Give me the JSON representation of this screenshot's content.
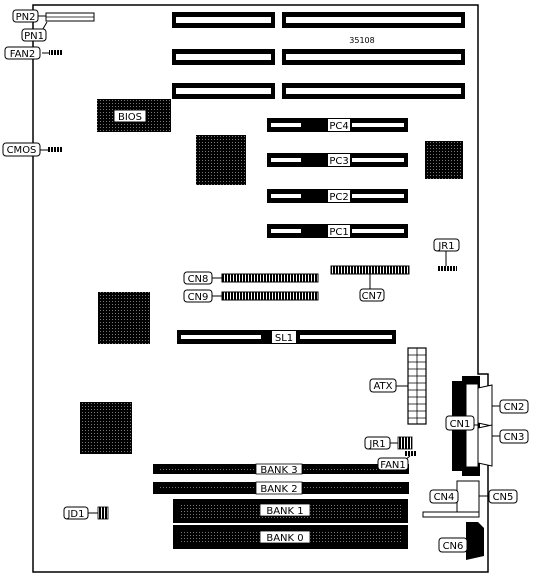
{
  "diagram": {
    "board_code": "35108",
    "chips": {
      "bios": "BIOS"
    },
    "slots": {
      "pc4": "PC4",
      "pc3": "PC3",
      "pc2": "PC2",
      "pc1": "PC1",
      "sl1": "SL1"
    },
    "banks": {
      "bank3": "BANK 3",
      "bank2": "BANK 2",
      "bank1": "BANK 1",
      "bank0": "BANK 0"
    },
    "labels": {
      "pn2": "PN2",
      "pn1": "PN1",
      "fan2": "FAN2",
      "cmos": "CMOS",
      "jr1_top": "JR1",
      "cn8": "CN8",
      "cn9": "CN9",
      "cn7": "CN7",
      "atx": "ATX",
      "cn1": "CN1",
      "cn2": "CN2",
      "cn3": "CN3",
      "jr1_bottom": "JR1",
      "fan1": "FAN1",
      "cn4": "CN4",
      "cn5": "CN5",
      "jd1": "JD1",
      "cn6": "CN6"
    }
  }
}
